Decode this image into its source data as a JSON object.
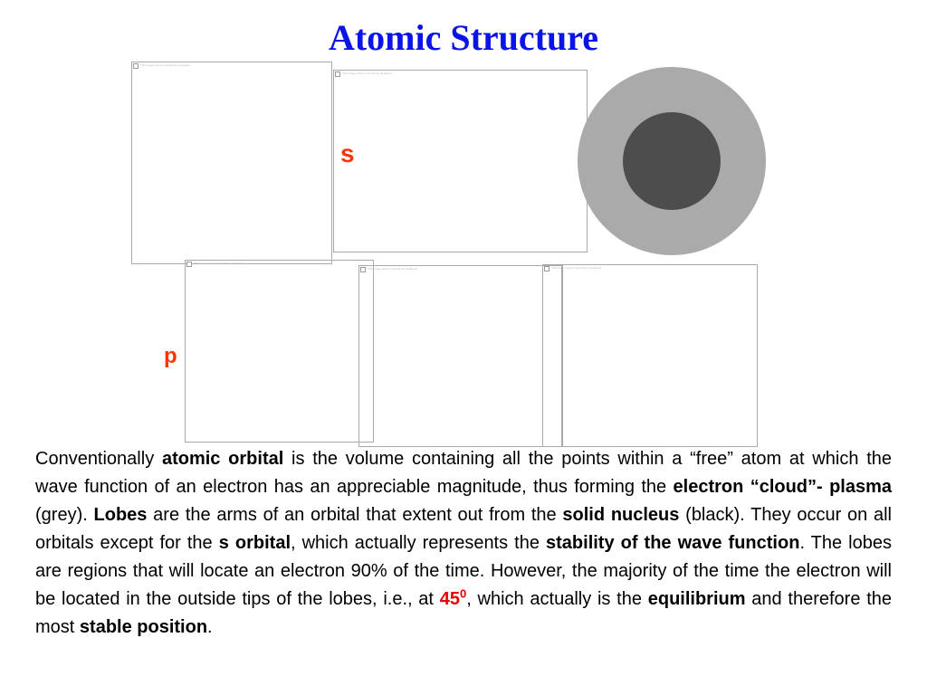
{
  "slide": {
    "title": "Atomic Structure",
    "orbital_labels": {
      "s": "s",
      "p": "p"
    },
    "atom_diagram": {
      "electron_cloud_color": "#aaaaaa",
      "nucleus_color": "#4d4d4d"
    },
    "image_placeholders": [
      {
        "icon": "broken-image-icon",
        "caption": "This image cannot currently be displayed."
      },
      {
        "icon": "broken-image-icon",
        "caption": "This image cannot currently be displayed."
      },
      {
        "icon": "broken-image-icon",
        "caption": "This image cannot currently be displayed."
      },
      {
        "icon": "broken-image-icon",
        "caption": "This image cannot currently be displayed."
      },
      {
        "icon": "broken-image-icon",
        "caption": "This image cannot currently be displayed."
      },
      {
        "icon": "broken-image-icon",
        "caption": "This image cannot currently be displayed."
      }
    ],
    "description": [
      {
        "text": "Conventionally ",
        "style": "plain"
      },
      {
        "text": "atomic orbital",
        "style": "bold"
      },
      {
        "text": " is the volume containing all the points within a “free” atom at which the wave function of an electron has an appreciable magnitude, thus forming the ",
        "style": "plain"
      },
      {
        "text": "electron “cloud”- plasma",
        "style": "bold"
      },
      {
        "text": " (grey). ",
        "style": "plain"
      },
      {
        "text": "Lobes",
        "style": "bold"
      },
      {
        "text": " are the arms of an orbital that extent out from the ",
        "style": "plain"
      },
      {
        "text": "solid nucleus",
        "style": "bold"
      },
      {
        "text": " (black). They occur on all orbitals except for the ",
        "style": "plain"
      },
      {
        "text": "s orbital",
        "style": "bold"
      },
      {
        "text": ", which actually represents the ",
        "style": "plain"
      },
      {
        "text": "stability of the wave function",
        "style": "bold"
      },
      {
        "text": ". The lobes are regions that will locate an electron 90% of the time. However, the majority of the time the electron will be located in the outside tips of the lobes, i.e., at ",
        "style": "plain"
      },
      {
        "text": "45",
        "style": "bold-red"
      },
      {
        "text": "0",
        "style": "bold-red-sup"
      },
      {
        "text": ", which actually is the ",
        "style": "plain"
      },
      {
        "text": "equilibrium",
        "style": "bold"
      },
      {
        "text": " and therefore the most ",
        "style": "plain"
      },
      {
        "text": "stable position",
        "style": "bold"
      },
      {
        "text": ".",
        "style": "plain"
      }
    ]
  }
}
